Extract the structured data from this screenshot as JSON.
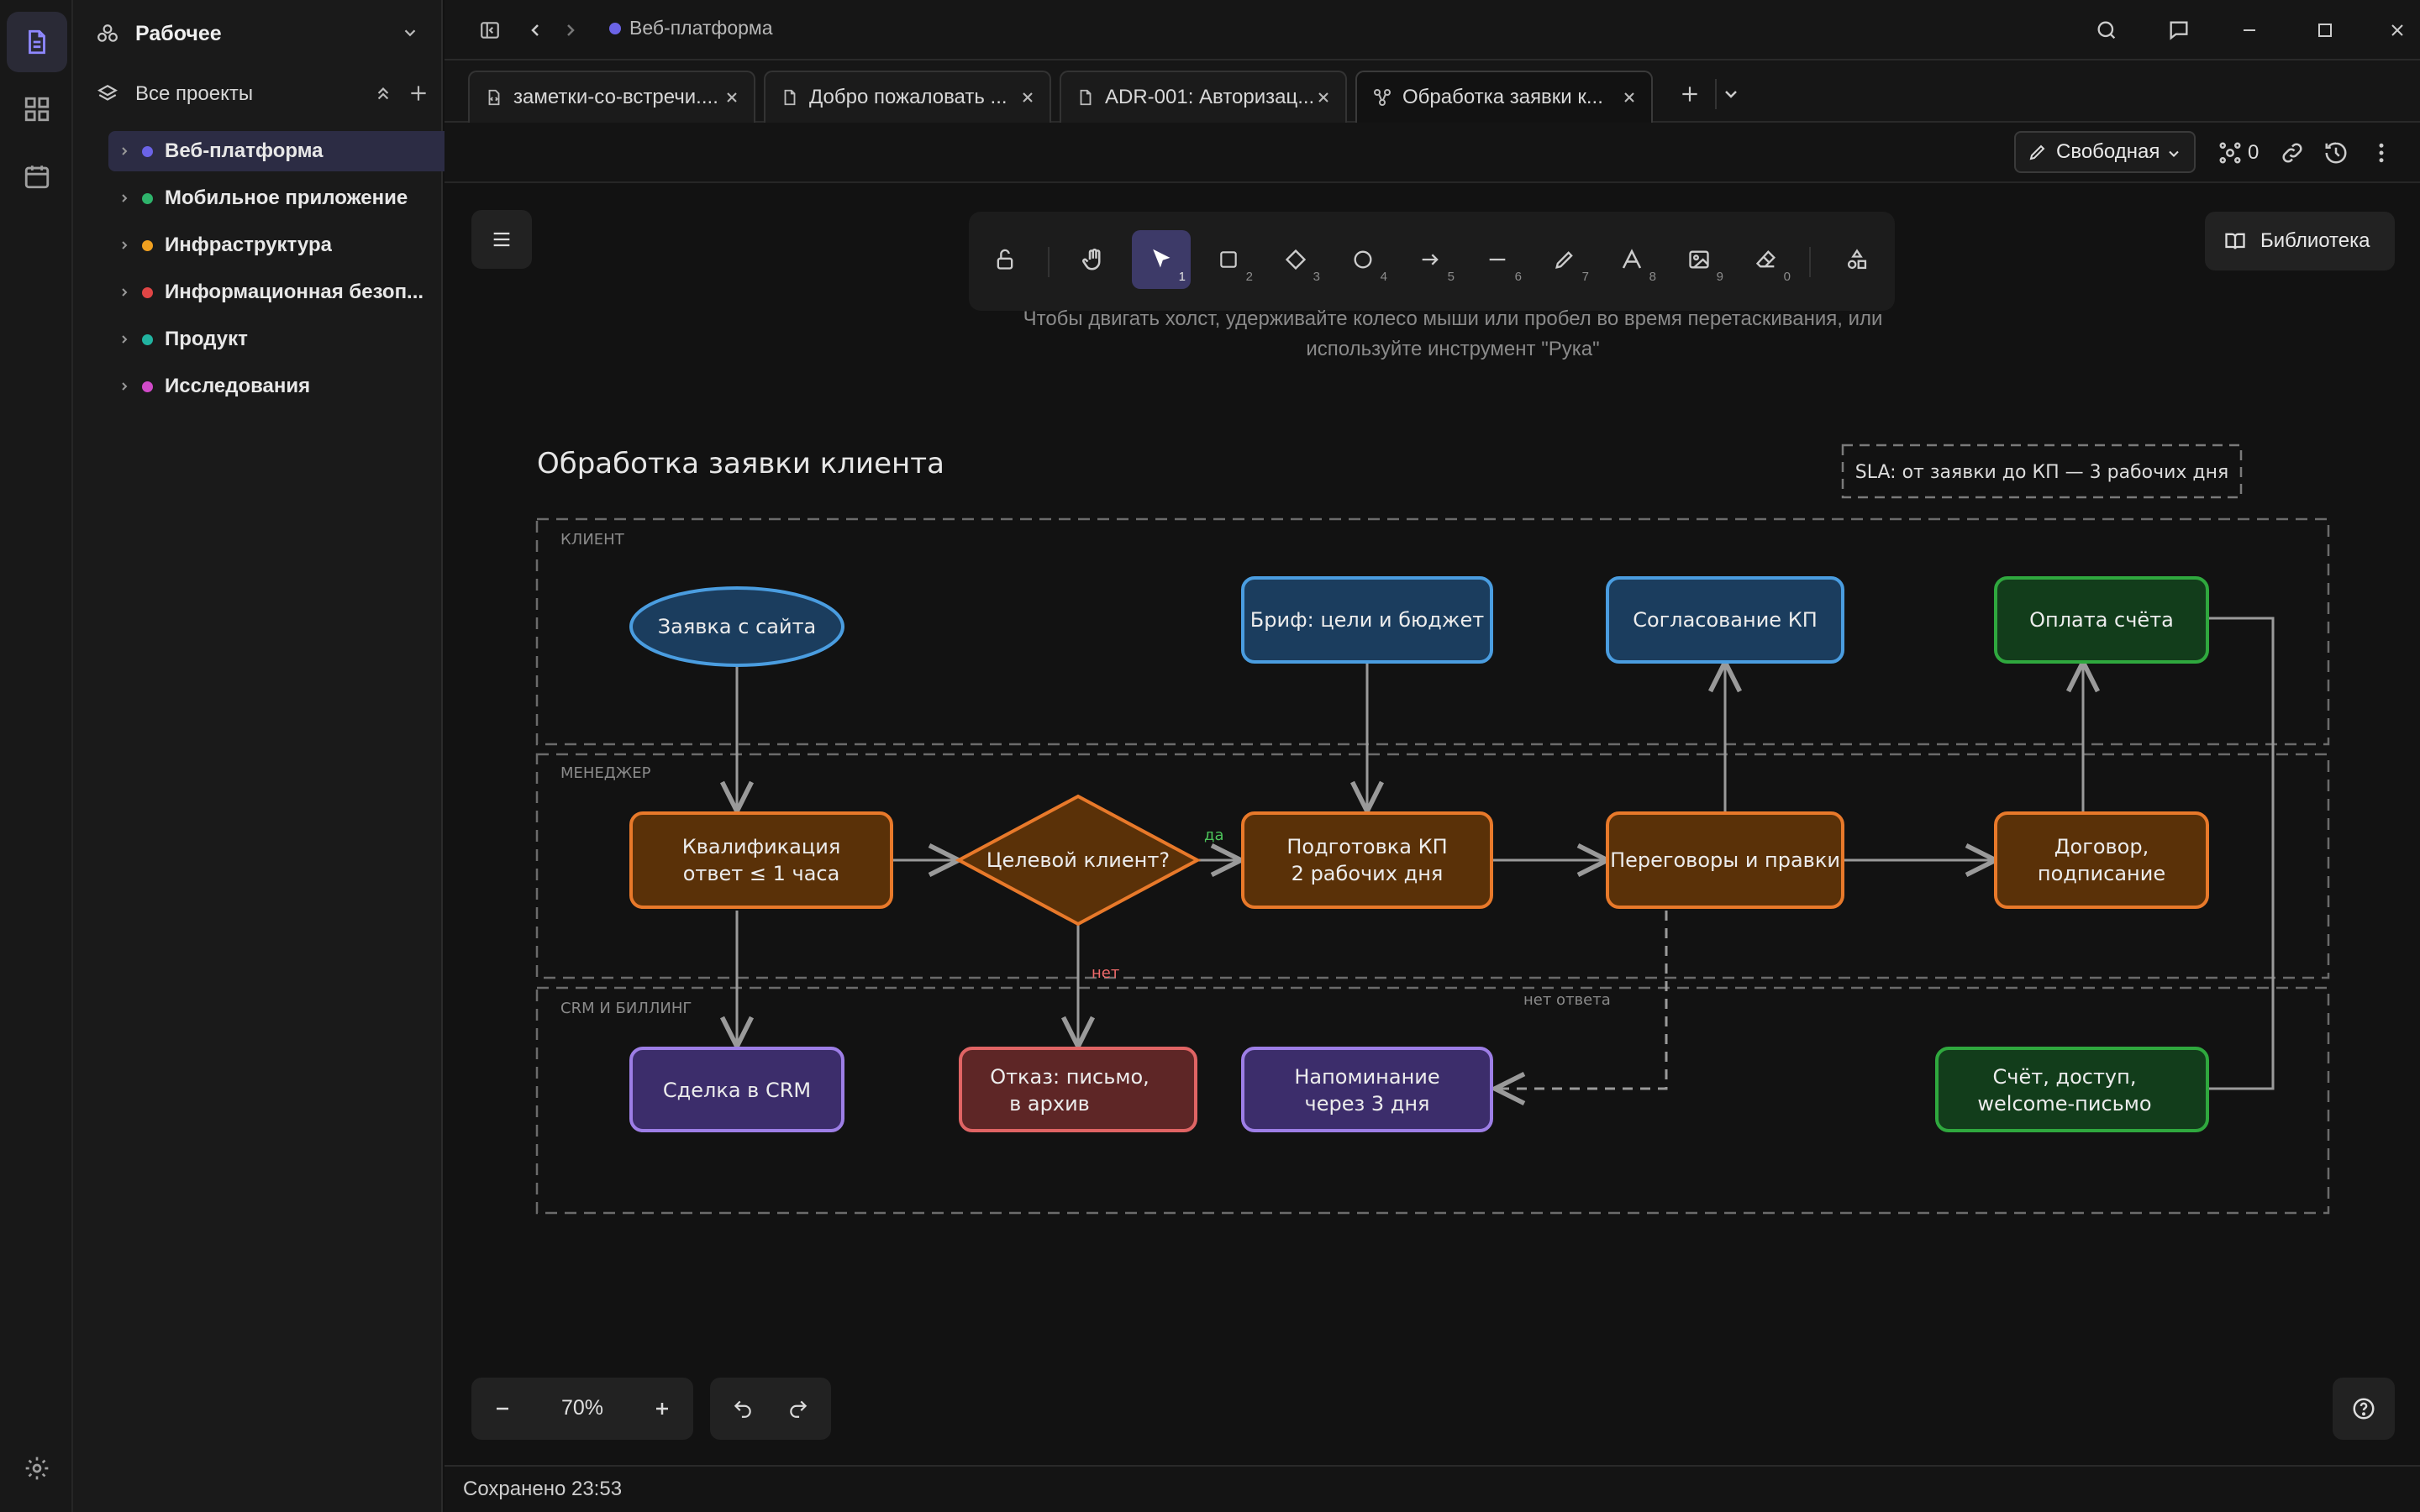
{
  "sidebar": {
    "workspace": "Рабочее",
    "all_projects": "Все проекты",
    "projects": [
      {
        "name": "Веб-платформа",
        "color": "#6b63e6",
        "active": true
      },
      {
        "name": "Мобильное приложение",
        "color": "#2eb36b"
      },
      {
        "name": "Инфраструктура",
        "color": "#f0a020"
      },
      {
        "name": "Информационная безоп...",
        "color": "#e04545"
      },
      {
        "name": "Продукт",
        "color": "#21b3a0"
      },
      {
        "name": "Исследования",
        "color": "#d04ac8"
      }
    ]
  },
  "topbar": {
    "breadcrumb": "Веб-платформа",
    "breadcrumb_color": "#6b63e6"
  },
  "tabs": [
    {
      "label": "заметки-со-встречи....",
      "icon": "code-file-icon"
    },
    {
      "label": "Добро пожаловать ...",
      "icon": "file-icon"
    },
    {
      "label": "ADR-001: Авторизац...",
      "icon": "file-icon"
    },
    {
      "label": "Обработка заявки к...",
      "icon": "diagram-icon",
      "active": true
    }
  ],
  "toolbar": {
    "mode": "Свободная",
    "collaborators": "0"
  },
  "canvas": {
    "tools": [
      {
        "name": "lock",
        "sub": ""
      },
      {
        "name": "hand",
        "sub": ""
      },
      {
        "name": "select",
        "sub": "1",
        "active": true
      },
      {
        "name": "rectangle",
        "sub": "2"
      },
      {
        "name": "diamond",
        "sub": "3"
      },
      {
        "name": "ellipse",
        "sub": "4"
      },
      {
        "name": "arrow",
        "sub": "5"
      },
      {
        "name": "line",
        "sub": "6"
      },
      {
        "name": "pencil",
        "sub": "7"
      },
      {
        "name": "text",
        "sub": "8"
      },
      {
        "name": "image",
        "sub": "9"
      },
      {
        "name": "eraser",
        "sub": "0"
      },
      {
        "name": "shapes",
        "sub": ""
      }
    ],
    "library": "Библиотека",
    "hint_line1": "Чтобы двигать холст, удерживайте колесо мыши или пробел во время перетаскивания, или",
    "hint_line2": "используйте инструмент \"Рука\"",
    "zoom": "70%"
  },
  "diagram": {
    "title": "Обработка заявки клиента",
    "sla": "SLA: от заявки до КП — 3 рабочих дня",
    "lanes": [
      "КЛИЕНТ",
      "МЕНЕДЖЕР",
      "CRM И БИЛЛИНГ"
    ],
    "nodes": {
      "request": "Заявка с сайта",
      "brief": "Бриф: цели и бюджет",
      "approve": "Согласование КП",
      "payment": "Оплата счёта",
      "qualify_1": "Квалификация",
      "qualify_2": "ответ ≤ 1 часа",
      "target": "Целевой клиент?",
      "prepare_1": "Подготовка КП",
      "prepare_2": "2 рабочих дня",
      "negotiate": "Переговоры и правки",
      "contract_1": "Договор,",
      "contract_2": "подписание",
      "crm": "Сделка в CRM",
      "reject_1": "Отказ: письмо,",
      "reject_2": "в архив",
      "remind_1": "Напоминание",
      "remind_2": "через 3 дня",
      "invoice_1": "Счёт, доступ,",
      "invoice_2": "welcome-письмо"
    },
    "labels": {
      "yes": "да",
      "no": "нет",
      "no_answer": "нет ответа"
    },
    "colors": {
      "blue_fill": "#1b3d5e",
      "blue_stroke": "#4a9de0",
      "orange_fill": "#5a3108",
      "orange_stroke": "#e8792a",
      "green_fill": "#123d1b",
      "green_stroke": "#2fa83e",
      "purple_fill": "#3c2d6b",
      "purple_stroke": "#9d7ee6",
      "red_fill": "#5e2626",
      "red_stroke": "#e06464"
    }
  },
  "status": "Сохранено 23:53"
}
